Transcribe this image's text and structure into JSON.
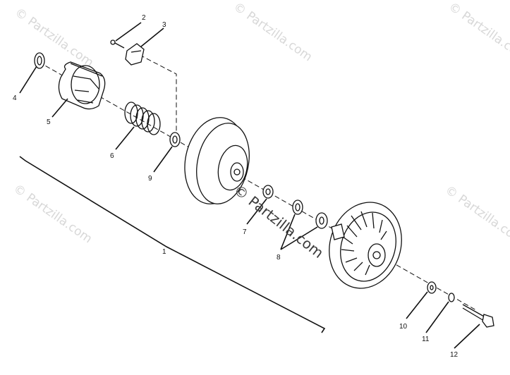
{
  "diagram": {
    "callouts": [
      "1",
      "2",
      "3",
      "4",
      "5",
      "6",
      "7",
      "8",
      "9",
      "10",
      "11",
      "12"
    ],
    "watermark_small": "© Partzilla.com",
    "watermark_center": "© Partzilla.com"
  }
}
